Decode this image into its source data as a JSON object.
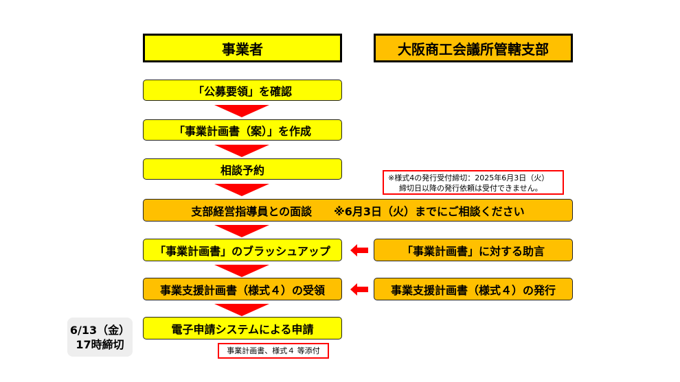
{
  "headers": {
    "left": "事業者",
    "right": "大阪商工会議所管轄支部"
  },
  "steps": [
    {
      "label": "「公募要領」を確認"
    },
    {
      "label": "「事業計画書（案）」を作成"
    },
    {
      "label": "相談予約"
    },
    {
      "label": "支部経営指導員との面談　　※6月3日（火）までにご相談ください"
    },
    {
      "label": "「事業計画書」のブラッシュアップ"
    },
    {
      "label": "事業支援計画書（様式４）の受領"
    },
    {
      "label": "電子申請システムによる申請"
    }
  ],
  "branch": {
    "advice": "「事業計画書」に対する助言",
    "issue": "事業支援計画書（様式４）の発行"
  },
  "notes": {
    "deadline_line1": "※様式4の発行受付締切：2025年6月3日（火）",
    "deadline_line2": "締切日以降の発行依頼は受付できません。",
    "attach": "事業計画書、様式４ 等添付"
  },
  "deadline": {
    "date": "6/13（金）",
    "time": "17時締切"
  },
  "colors": {
    "yellow": "#ffff00",
    "orange": "#ffc000",
    "arrow": "#ff0000"
  }
}
